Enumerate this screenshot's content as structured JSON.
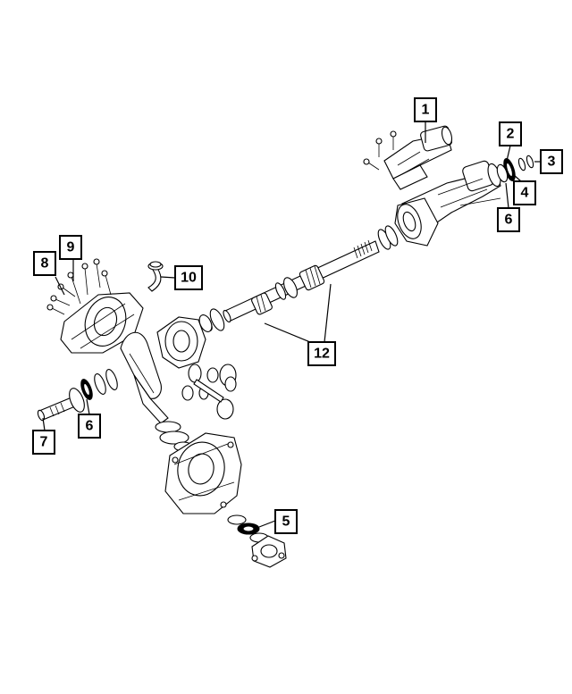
{
  "callouts": [
    {
      "id": "c1",
      "label": "1"
    },
    {
      "id": "c2",
      "label": "2"
    },
    {
      "id": "c3",
      "label": "3"
    },
    {
      "id": "c4",
      "label": "4"
    },
    {
      "id": "c6a",
      "label": "6"
    },
    {
      "id": "c8",
      "label": "8"
    },
    {
      "id": "c9",
      "label": "9"
    },
    {
      "id": "c10",
      "label": "10"
    },
    {
      "id": "c12",
      "label": "12"
    },
    {
      "id": "c6b",
      "label": "6"
    },
    {
      "id": "c7",
      "label": "7"
    },
    {
      "id": "c5",
      "label": "5"
    }
  ],
  "colors": {
    "line": "#000000",
    "background": "#ffffff",
    "shade": "#d9d9d9"
  }
}
